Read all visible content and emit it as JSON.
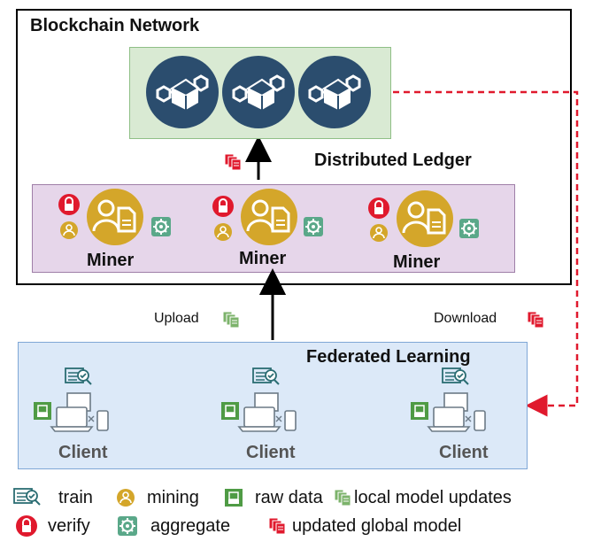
{
  "blockchain": {
    "title": "Blockchain Network",
    "ledger_label": "Distributed Ledger",
    "miners": [
      "Miner",
      "Miner",
      "Miner"
    ]
  },
  "federated": {
    "title": "Federated Learning",
    "clients": [
      "Client",
      "Client",
      "Client"
    ]
  },
  "flows": {
    "upload": "Upload",
    "download": "Download"
  },
  "legend": {
    "train": "train",
    "mining": "mining",
    "raw_data": "raw data",
    "local_updates": "local model updates",
    "verify": "verify",
    "aggregate": "aggregate",
    "global_model": "updated global model"
  },
  "colors": {
    "block_navy": "#2b4d6e",
    "ledger_green": "#d9ead3",
    "miner_purple": "#e6d6ea",
    "fl_blue": "#dce9f8",
    "mining_gold": "#d4a62a",
    "verify_red": "#e0192d",
    "local_green": "#7cb36b",
    "global_red": "#e0192d",
    "raw_green": "#4f9b45",
    "download_dash": "#e0192d"
  }
}
